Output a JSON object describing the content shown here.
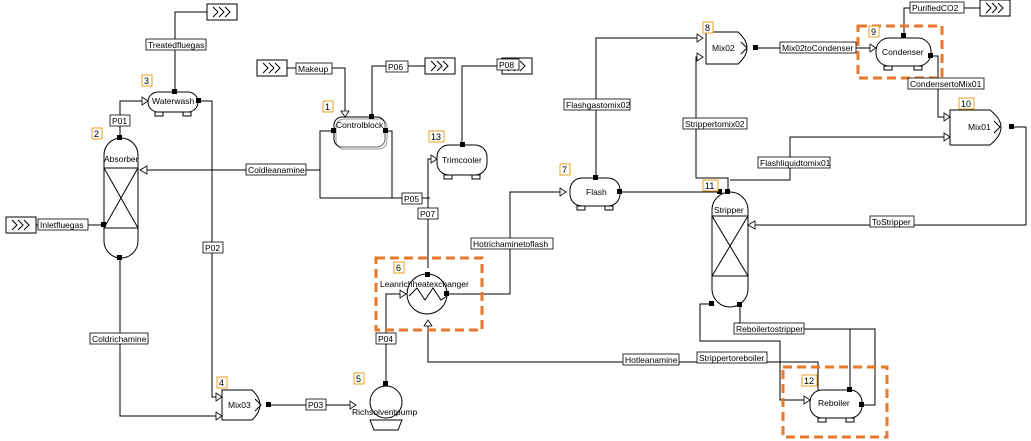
{
  "units": [
    {
      "num": "2",
      "name": "Absorber"
    },
    {
      "num": "3",
      "name": "Waterwash"
    },
    {
      "num": "1",
      "name": "Controlblock"
    },
    {
      "num": "13",
      "name": "Trimcooler"
    },
    {
      "num": "6",
      "name": "Leanrichheatexchanger"
    },
    {
      "num": "4",
      "name": "Mix03"
    },
    {
      "num": "5",
      "name": "Richsolventpump"
    },
    {
      "num": "7",
      "name": "Flash"
    },
    {
      "num": "8",
      "name": "Mix02"
    },
    {
      "num": "9",
      "name": "Condenser"
    },
    {
      "num": "10",
      "name": "Mix01"
    },
    {
      "num": "11",
      "name": "Stripper"
    },
    {
      "num": "12",
      "name": "Reboiler"
    }
  ],
  "streams": [
    "Treatedfluegas",
    "P01",
    "Makeup",
    "P06",
    "P08",
    "Coldleanamine",
    "Inletfluegas",
    "P05",
    "P07",
    "P02",
    "Hotrichaminetoflash",
    "Coldrichamine",
    "P04",
    "P03",
    "Hotleanamine",
    "Flashgastomix02",
    "Strippertomix02",
    "Mix02toCondenser",
    "PurifiedCO2",
    "CondensertoMix01",
    "Flashliquidtomix01",
    "ToStripper",
    "Reboilertostripper",
    "Strippertoreboiler"
  ],
  "colors": {
    "highlight": "#e8782a",
    "number_box": "#e8a020",
    "line": "#000000"
  }
}
